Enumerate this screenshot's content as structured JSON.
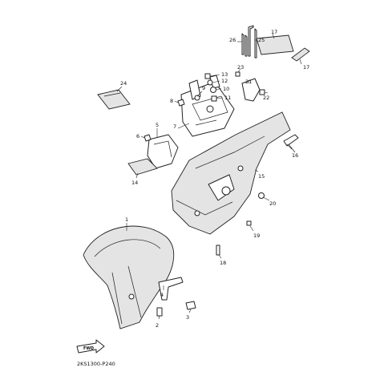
{
  "diagram_code": "2KS1300-P240",
  "fwd_label": "FWD",
  "callouts": {
    "c1": "1",
    "c2": "2",
    "c3": "3",
    "c4": "4",
    "c5": "5",
    "c6": "6",
    "c7": "7",
    "c8": "8",
    "c9": "9",
    "c10": "10",
    "c11": "11",
    "c12": "12",
    "c13": "13",
    "c14": "14",
    "c15": "15",
    "c16": "16",
    "c17a": "17",
    "c17b": "17",
    "c18": "18",
    "c19": "19",
    "c20": "20",
    "c21": "21",
    "c22": "22",
    "c23": "23",
    "c24": "24",
    "c25": "25",
    "c26": "26"
  }
}
